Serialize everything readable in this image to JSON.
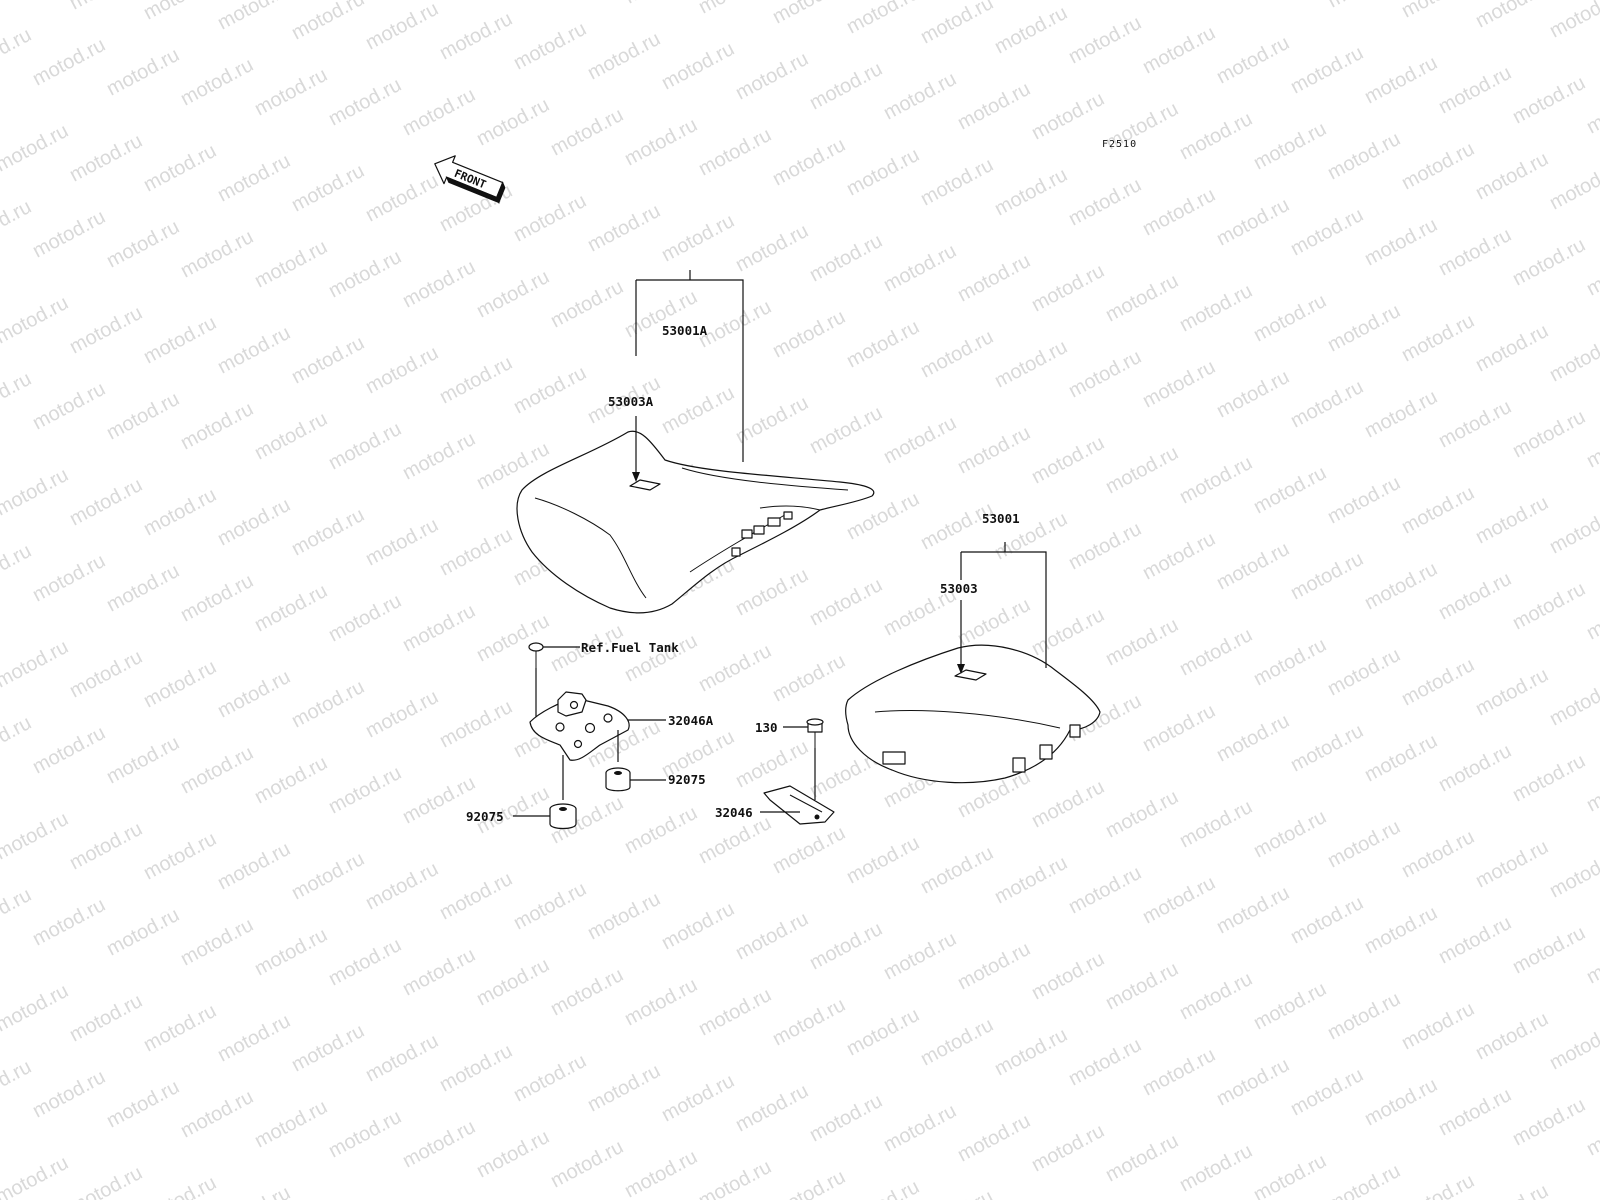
{
  "watermark": {
    "text": "motod.ru",
    "color": "#d9d9d9"
  },
  "figure_code": "F2510",
  "front_arrow": {
    "label": "FRONT",
    "icon": "front-direction-arrow-icon"
  },
  "callouts": {
    "front_seat_assy": "53001A",
    "front_seat_pad": "53003A",
    "rear_seat_assy": "53001",
    "rear_seat_pad": "53003",
    "fuel_tank_ref": "Ref.Fuel Tank",
    "front_bracket": "32046A",
    "damper_upper": "92075",
    "damper_lower": "92075",
    "bolt": "130",
    "rear_bracket": "32046"
  },
  "colors": {
    "line": "#111111",
    "background": "#ffffff"
  }
}
